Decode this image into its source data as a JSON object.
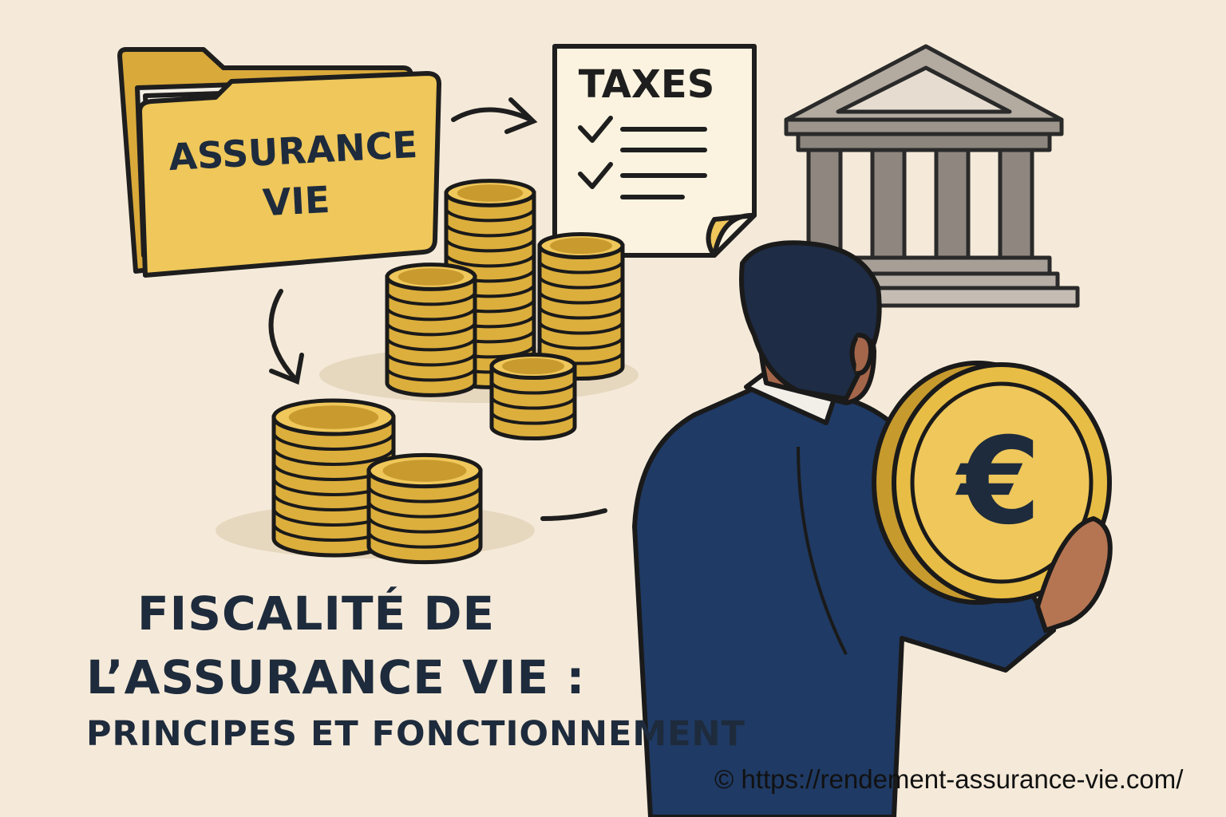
{
  "folder": {
    "line1": "ASSURANCE",
    "line2": "VIE"
  },
  "document": {
    "title": "TAXES"
  },
  "title": {
    "line1": "FISCALITÉ DE",
    "line2": "L’ASSURANCE VIE :",
    "line3": "PRINCIPES ET FONCTIONNEMENT"
  },
  "coin_symbol": "€",
  "copyright": "© https://rendement-assurance-vie.com/",
  "colors": {
    "background": "#f5ead9",
    "gold": "#e2b443",
    "navy": "#1e3557",
    "text": "#1e2b3c"
  }
}
